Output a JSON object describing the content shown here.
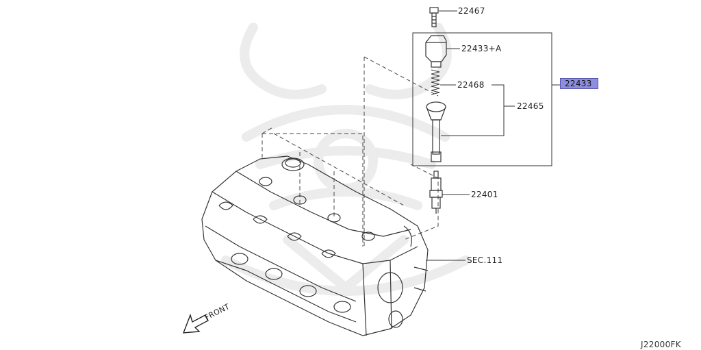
{
  "parts": {
    "bolt": "22467",
    "coil_assy": "22433+A",
    "spring": "22468",
    "boot_rod": "22465",
    "ignition_coil": "22433",
    "spark_plug": "22401",
    "section_ref": "SEC.111"
  },
  "front_label": "FRONT",
  "diagram_code": "J22000FK",
  "colors": {
    "highlight": "#8e8ee0",
    "line": "#333333",
    "watermark": "#ececec"
  }
}
